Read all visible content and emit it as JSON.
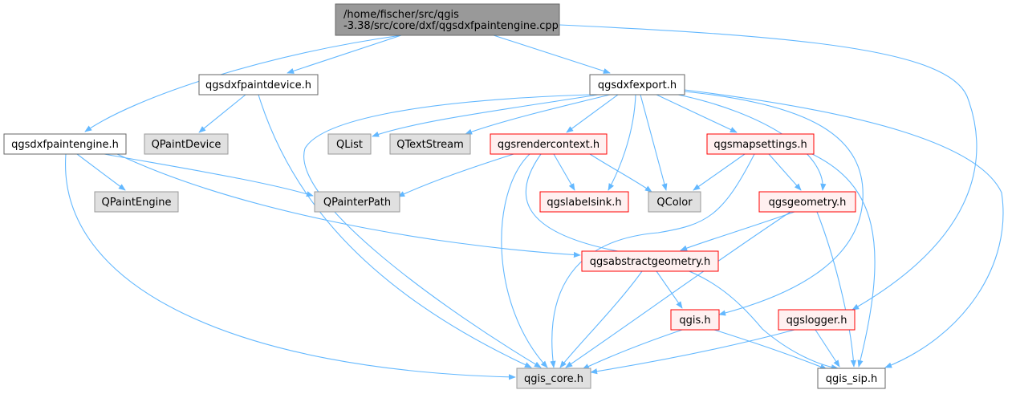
{
  "colors": {
    "edge": "#63b8ff",
    "root_fill": "#999999",
    "root_stroke": "#666666",
    "plain_fill": "#ffffff",
    "plain_stroke": "#666666",
    "external_fill": "#e0e0e0",
    "external_stroke": "#999999",
    "truncated_fill": "#fff0f0",
    "truncated_stroke": "#ff0000"
  },
  "nodes": {
    "root": {
      "lines": [
        "/home/fischer/src/qgis",
        "-3.38/src/core/dxf/qgsdxfpaintengine.cpp"
      ],
      "style": "root"
    },
    "qgsdxfpaintdevice": {
      "lines": [
        "qgsdxfpaintdevice.h"
      ],
      "style": "plain"
    },
    "qgsdxfexport": {
      "lines": [
        "qgsdxfexport.h"
      ],
      "style": "plain"
    },
    "qgsdxfpaintengine": {
      "lines": [
        "qgsdxfpaintengine.h"
      ],
      "style": "plain"
    },
    "QPaintDevice": {
      "lines": [
        "QPaintDevice"
      ],
      "style": "external"
    },
    "QList": {
      "lines": [
        "QList"
      ],
      "style": "external"
    },
    "QTextStream": {
      "lines": [
        "QTextStream"
      ],
      "style": "external"
    },
    "qgsrendercontext": {
      "lines": [
        "qgsrendercontext.h"
      ],
      "style": "truncated"
    },
    "qgsmapsettings": {
      "lines": [
        "qgsmapsettings.h"
      ],
      "style": "truncated"
    },
    "QPaintEngine": {
      "lines": [
        "QPaintEngine"
      ],
      "style": "external"
    },
    "QPainterPath": {
      "lines": [
        "QPainterPath"
      ],
      "style": "external"
    },
    "qgslabelsink": {
      "lines": [
        "qgslabelsink.h"
      ],
      "style": "truncated"
    },
    "QColor": {
      "lines": [
        "QColor"
      ],
      "style": "external"
    },
    "qgsgeometry": {
      "lines": [
        "qgsgeometry.h"
      ],
      "style": "truncated"
    },
    "qgsabstractgeometry": {
      "lines": [
        "qgsabstractgeometry.h"
      ],
      "style": "truncated"
    },
    "qgis": {
      "lines": [
        "qgis.h"
      ],
      "style": "truncated"
    },
    "qgslogger": {
      "lines": [
        "qgslogger.h"
      ],
      "style": "truncated"
    },
    "qgis_core": {
      "lines": [
        "qgis_core.h"
      ],
      "style": "external"
    },
    "qgis_sip": {
      "lines": [
        "qgis_sip.h"
      ],
      "style": "plain"
    }
  },
  "edges": [
    [
      "root",
      "qgsdxfpaintengine"
    ],
    [
      "root",
      "qgsdxfpaintdevice"
    ],
    [
      "root",
      "qgsdxfexport"
    ],
    [
      "root",
      "qgslogger"
    ],
    [
      "qgsdxfpaintdevice",
      "QPaintDevice"
    ],
    [
      "qgsdxfpaintdevice",
      "qgis_core"
    ],
    [
      "qgsdxfpaintengine",
      "QPaintEngine"
    ],
    [
      "qgsdxfpaintengine",
      "QPainterPath"
    ],
    [
      "qgsdxfpaintengine",
      "qgsabstractgeometry"
    ],
    [
      "qgsdxfpaintengine",
      "qgis_core"
    ],
    [
      "qgsdxfexport",
      "QList"
    ],
    [
      "qgsdxfexport",
      "QTextStream"
    ],
    [
      "qgsdxfexport",
      "qgsrendercontext"
    ],
    [
      "qgsdxfexport",
      "qgsmapsettings"
    ],
    [
      "qgsdxfexport",
      "qgslabelsink"
    ],
    [
      "qgsdxfexport",
      "QColor"
    ],
    [
      "qgsdxfexport",
      "qgsgeometry"
    ],
    [
      "qgsdxfexport",
      "qgis"
    ],
    [
      "qgsdxfexport",
      "qgis_sip"
    ],
    [
      "qgsdxfexport",
      "qgis_core"
    ],
    [
      "qgsrendercontext",
      "QPainterPath"
    ],
    [
      "qgsrendercontext",
      "qgslabelsink"
    ],
    [
      "qgsrendercontext",
      "QColor"
    ],
    [
      "qgsrendercontext",
      "qgis_core"
    ],
    [
      "qgsrendercontext",
      "qgis_sip"
    ],
    [
      "qgsmapsettings",
      "QColor"
    ],
    [
      "qgsmapsettings",
      "qgsgeometry"
    ],
    [
      "qgsmapsettings",
      "qgis_core"
    ],
    [
      "qgsmapsettings",
      "qgis_sip"
    ],
    [
      "qgsgeometry",
      "qgsabstractgeometry"
    ],
    [
      "qgsgeometry",
      "qgis_core"
    ],
    [
      "qgsgeometry",
      "qgis_sip"
    ],
    [
      "qgsabstractgeometry",
      "qgis"
    ],
    [
      "qgsabstractgeometry",
      "qgis_core"
    ],
    [
      "qgis",
      "qgis_core"
    ],
    [
      "qgis",
      "qgis_sip"
    ],
    [
      "qgslogger",
      "qgis_core"
    ],
    [
      "qgslogger",
      "qgis_sip"
    ]
  ]
}
